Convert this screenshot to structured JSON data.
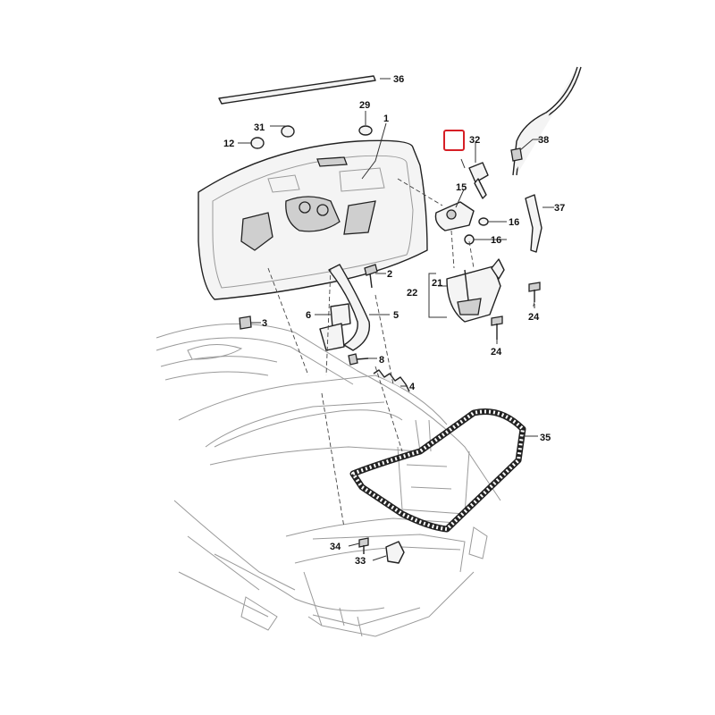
{
  "colors": {
    "highlight": "#d61f26",
    "line": "#222222",
    "background": "#ffffff"
  },
  "callouts": {
    "p1": "1",
    "p2": "2",
    "p3": "3",
    "p5": "5",
    "p6": "6",
    "p8": "8",
    "p4": "4",
    "p12": "12",
    "p15": "15",
    "p16a": "16",
    "p16b": "16",
    "p21": "21",
    "p22": "22",
    "p24a": "24",
    "p24b": "24",
    "p29": "29",
    "p31": "31",
    "p32": "32",
    "p33": "33",
    "p34": "34",
    "p35": "35",
    "p36": "36",
    "p37": "37",
    "p38": "38"
  }
}
